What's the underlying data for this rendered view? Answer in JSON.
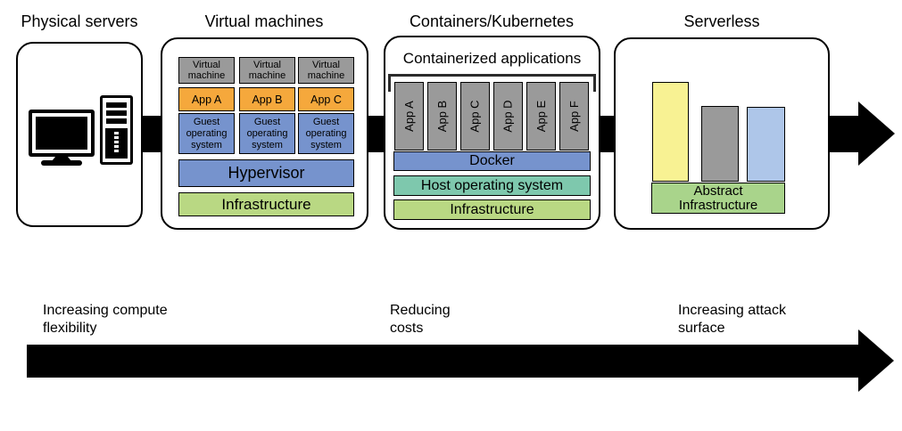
{
  "colors": {
    "gray": "#9a9a9a",
    "orange": "#f5a83c",
    "blue": "#7693cd",
    "green": "#b9d883",
    "teal": "#7ec8ad",
    "yellow": "#f8f293",
    "lightblue": "#aec6e9",
    "sgreen": "#a9d48b",
    "arrow": "#000000"
  },
  "sections": {
    "physical": {
      "title": "Physical servers"
    },
    "vm": {
      "title": "Virtual machines",
      "columns": [
        {
          "header": "Virtual machine",
          "app": "App A",
          "os": "Guest operating system"
        },
        {
          "header": "Virtual machine",
          "app": "App B",
          "os": "Guest operating system"
        },
        {
          "header": "Virtual machine",
          "app": "App C",
          "os": "Guest operating system"
        }
      ],
      "hypervisor": "Hypervisor",
      "infrastructure": "Infrastructure"
    },
    "containers": {
      "title": "Containers/Kubernetes",
      "group_label": "Containerized applications",
      "apps": [
        "App A",
        "App B",
        "App C",
        "App D",
        "App E",
        "App F"
      ],
      "docker": "Docker",
      "host_os": "Host operating system",
      "infrastructure": "Infrastructure"
    },
    "serverless": {
      "title": "Serverless",
      "abstract_label": "Abstract\nInfrastructure"
    }
  },
  "bottom": {
    "labels": [
      "Increasing compute\nflexibility",
      "Reducing\ncosts",
      "Increasing attack\nsurface"
    ]
  }
}
